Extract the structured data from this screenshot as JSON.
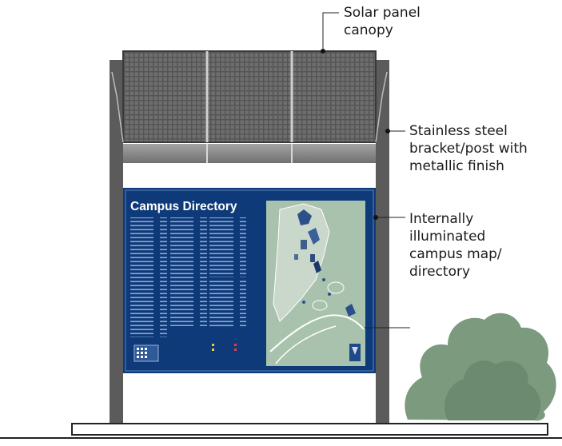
{
  "callouts": {
    "solar": "Solar panel\ncanopy",
    "bracket": "Stainless steel\nbracket/post with\nmetallic finish",
    "map": "Internally\nilluminated\ncampus map/\ndirectory"
  },
  "sign": {
    "title": "Campus Directory"
  },
  "colors": {
    "post": "#5b5b5b",
    "panel_navy": "#0e3a79",
    "map_green": "#a8c2ad",
    "solar_dark": "#4a4a4a",
    "shrub": "#7c9a7e"
  }
}
